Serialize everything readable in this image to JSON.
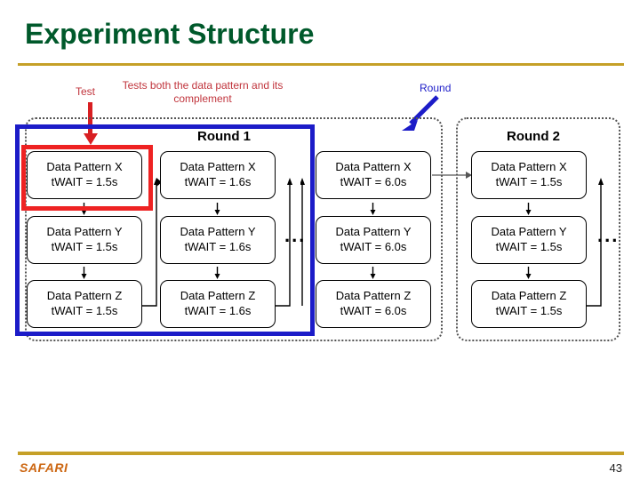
{
  "slide": {
    "title": "Experiment Structure",
    "page_number": "43",
    "footer_brand": "SAFARI",
    "colors": {
      "title_green": "#00592b",
      "rule_gold": "#c5a028",
      "annotation_red": "#c0343c",
      "highlight_red": "#ee2222",
      "highlight_blue": "#1c1cc8",
      "brand_orange": "#cc6611"
    }
  },
  "annotations": [
    {
      "id": "test",
      "label": "Test",
      "color": "#c0343c"
    },
    {
      "id": "tests-both",
      "label": "Tests both the data pattern and its complement",
      "color": "#c0343c"
    },
    {
      "id": "round",
      "label": "Round",
      "color": "#1c1cc8"
    }
  ],
  "diagram": {
    "rounds": [
      {
        "label": "Round 1",
        "columns": [
          {
            "twait": "1.5s",
            "boxes": [
              {
                "pattern": "Data Pattern X",
                "twait_line": "tWAIT = 1.5s"
              },
              {
                "pattern": "Data Pattern Y",
                "twait_line": "tWAIT = 1.5s"
              },
              {
                "pattern": "Data Pattern Z",
                "twait_line": "tWAIT = 1.5s"
              }
            ]
          },
          {
            "twait": "1.6s",
            "boxes": [
              {
                "pattern": "Data Pattern X",
                "twait_line": "tWAIT = 1.6s"
              },
              {
                "pattern": "Data Pattern Y",
                "twait_line": "tWAIT = 1.6s"
              },
              {
                "pattern": "Data Pattern Z",
                "twait_line": "tWAIT = 1.6s"
              }
            ]
          },
          {
            "twait": "6.0s",
            "boxes": [
              {
                "pattern": "Data Pattern X",
                "twait_line": "tWAIT = 6.0s"
              },
              {
                "pattern": "Data Pattern Y",
                "twait_line": "tWAIT = 6.0s"
              },
              {
                "pattern": "Data Pattern Z",
                "twait_line": "tWAIT = 6.0s"
              }
            ]
          }
        ],
        "ellipsis": "..."
      },
      {
        "label": "Round 2",
        "columns": [
          {
            "twait": "1.5s",
            "boxes": [
              {
                "pattern": "Data Pattern X",
                "twait_line": "tWAIT = 1.5s"
              },
              {
                "pattern": "Data Pattern Y",
                "twait_line": "tWAIT = 1.5s"
              },
              {
                "pattern": "Data Pattern Z",
                "twait_line": "tWAIT = 1.5s"
              }
            ]
          }
        ],
        "ellipsis": "..."
      }
    ]
  }
}
